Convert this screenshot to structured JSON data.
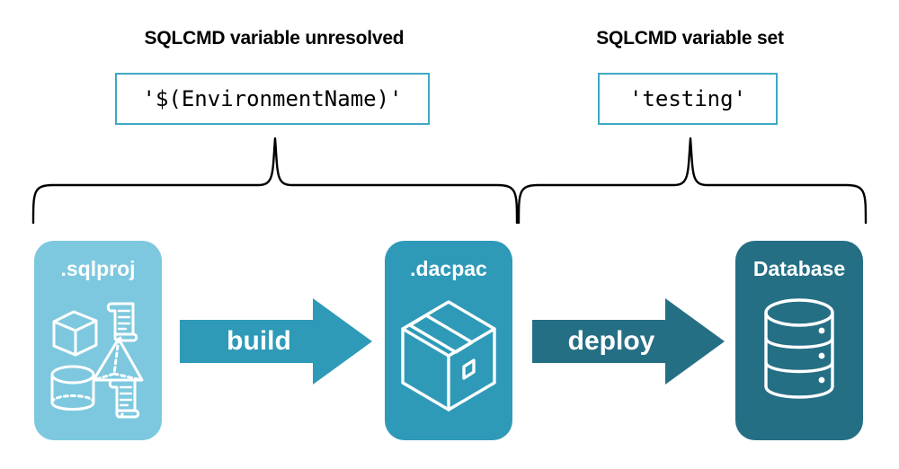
{
  "diagram": {
    "title_left": "SQLCMD variable unresolved",
    "title_right": "SQLCMD variable set",
    "code_left": "'$(EnvironmentName)'",
    "code_right": "'testing'",
    "stages": [
      {
        "label": ".sqlproj",
        "color": "#7DC8DF",
        "art": "project-shapes-icon"
      },
      {
        "label": ".dacpac",
        "color": "#2E9AB8",
        "art": "package-box-icon"
      },
      {
        "label": "Database",
        "color": "#256F85",
        "art": "database-cylinder-icon"
      }
    ],
    "arrows": [
      {
        "label": "build",
        "color": "#2E9AB8"
      },
      {
        "label": "deploy",
        "color": "#256F85"
      }
    ],
    "colors": {
      "light_teal": "#7DC8DF",
      "mid_teal": "#2E9AB8",
      "dark_teal": "#256F85",
      "code_border": "#3FA8C4",
      "brace": "#000000",
      "text": "#000000",
      "label_text": "#ffffff",
      "background": "#ffffff"
    }
  }
}
